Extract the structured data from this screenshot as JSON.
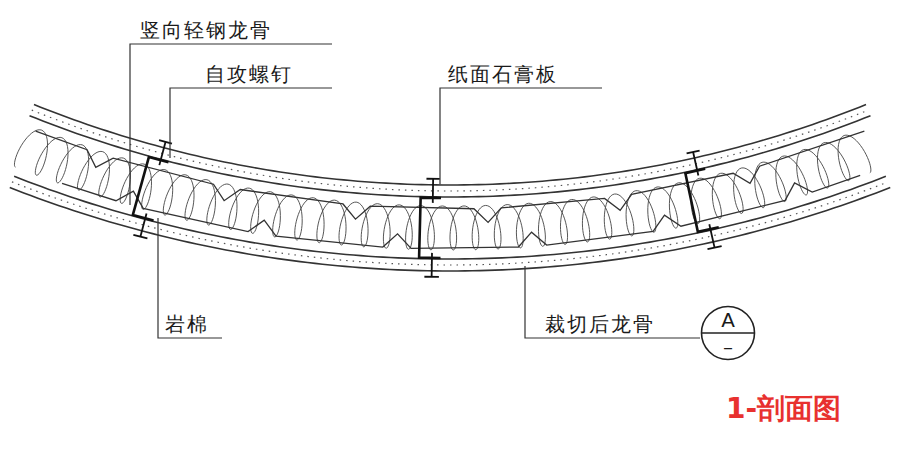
{
  "diagram": {
    "caption": "1-剖面图",
    "nodes": [
      {
        "text": [
          "A",
          "–"
        ]
      }
    ],
    "labels": [
      "竖向轻钢龙骨",
      "自攻螺钉",
      "纸面石膏板",
      "岩棉",
      "裁切后龙骨"
    ]
  }
}
